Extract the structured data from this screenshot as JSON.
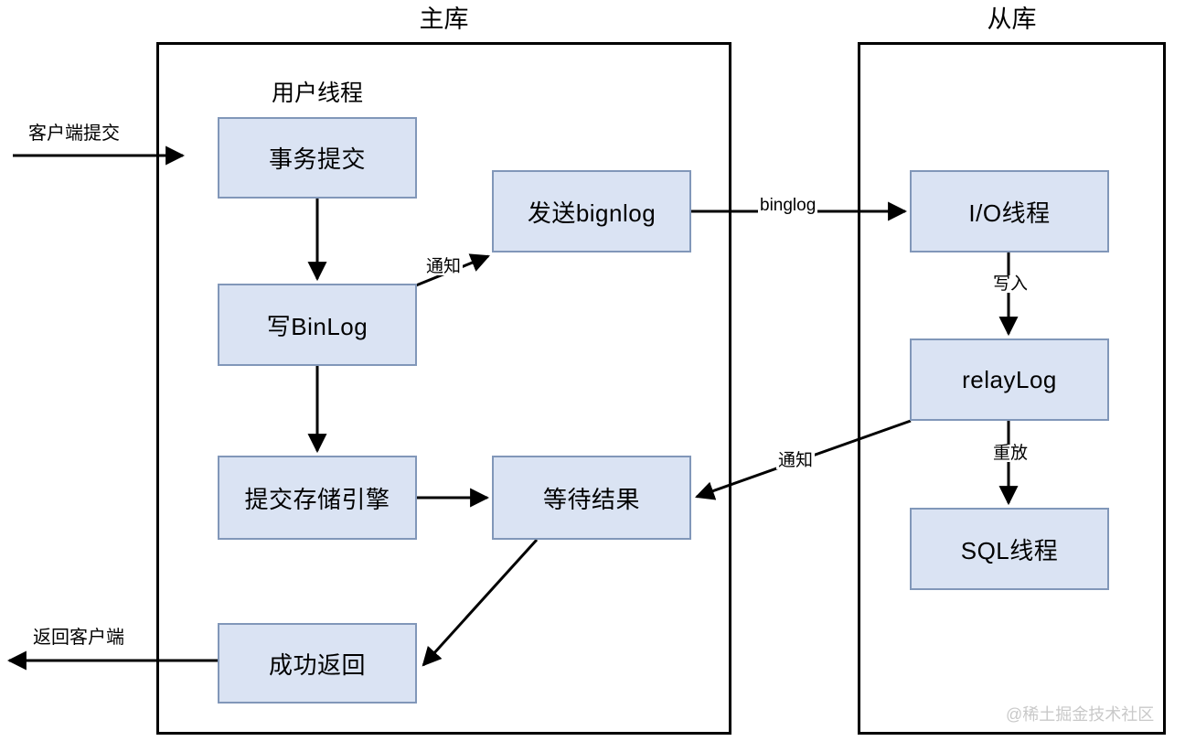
{
  "diagram": {
    "title_master": "主库",
    "title_slave": "从库",
    "group_user_thread": "用户线程",
    "watermark": "@稀土掘金技术社区",
    "colors": {
      "node_fill": "#dae3f3",
      "node_border": "#8197b9",
      "line": "#000000",
      "container_border": "#000000",
      "watermark": "#c9c9c9"
    },
    "nodes": [
      {
        "id": "transaction_commit",
        "label": "事务提交"
      },
      {
        "id": "write_binlog",
        "label": "写BinLog"
      },
      {
        "id": "send_bignlog",
        "label": "发送bignlog"
      },
      {
        "id": "commit_storage_engine",
        "label": "提交存储引擎"
      },
      {
        "id": "wait_result",
        "label": "等待结果"
      },
      {
        "id": "success_return",
        "label": "成功返回"
      },
      {
        "id": "io_thread",
        "label": "I/O线程"
      },
      {
        "id": "relay_log",
        "label": "relayLog"
      },
      {
        "id": "sql_thread",
        "label": "SQL线程"
      }
    ],
    "edge_labels": {
      "client_submit": "客户端提交",
      "return_client": "返回客户端",
      "notify_top": "通知",
      "binglog": "binglog",
      "write_in": "写入",
      "notify_bottom": "通知",
      "replay": "重放"
    }
  }
}
